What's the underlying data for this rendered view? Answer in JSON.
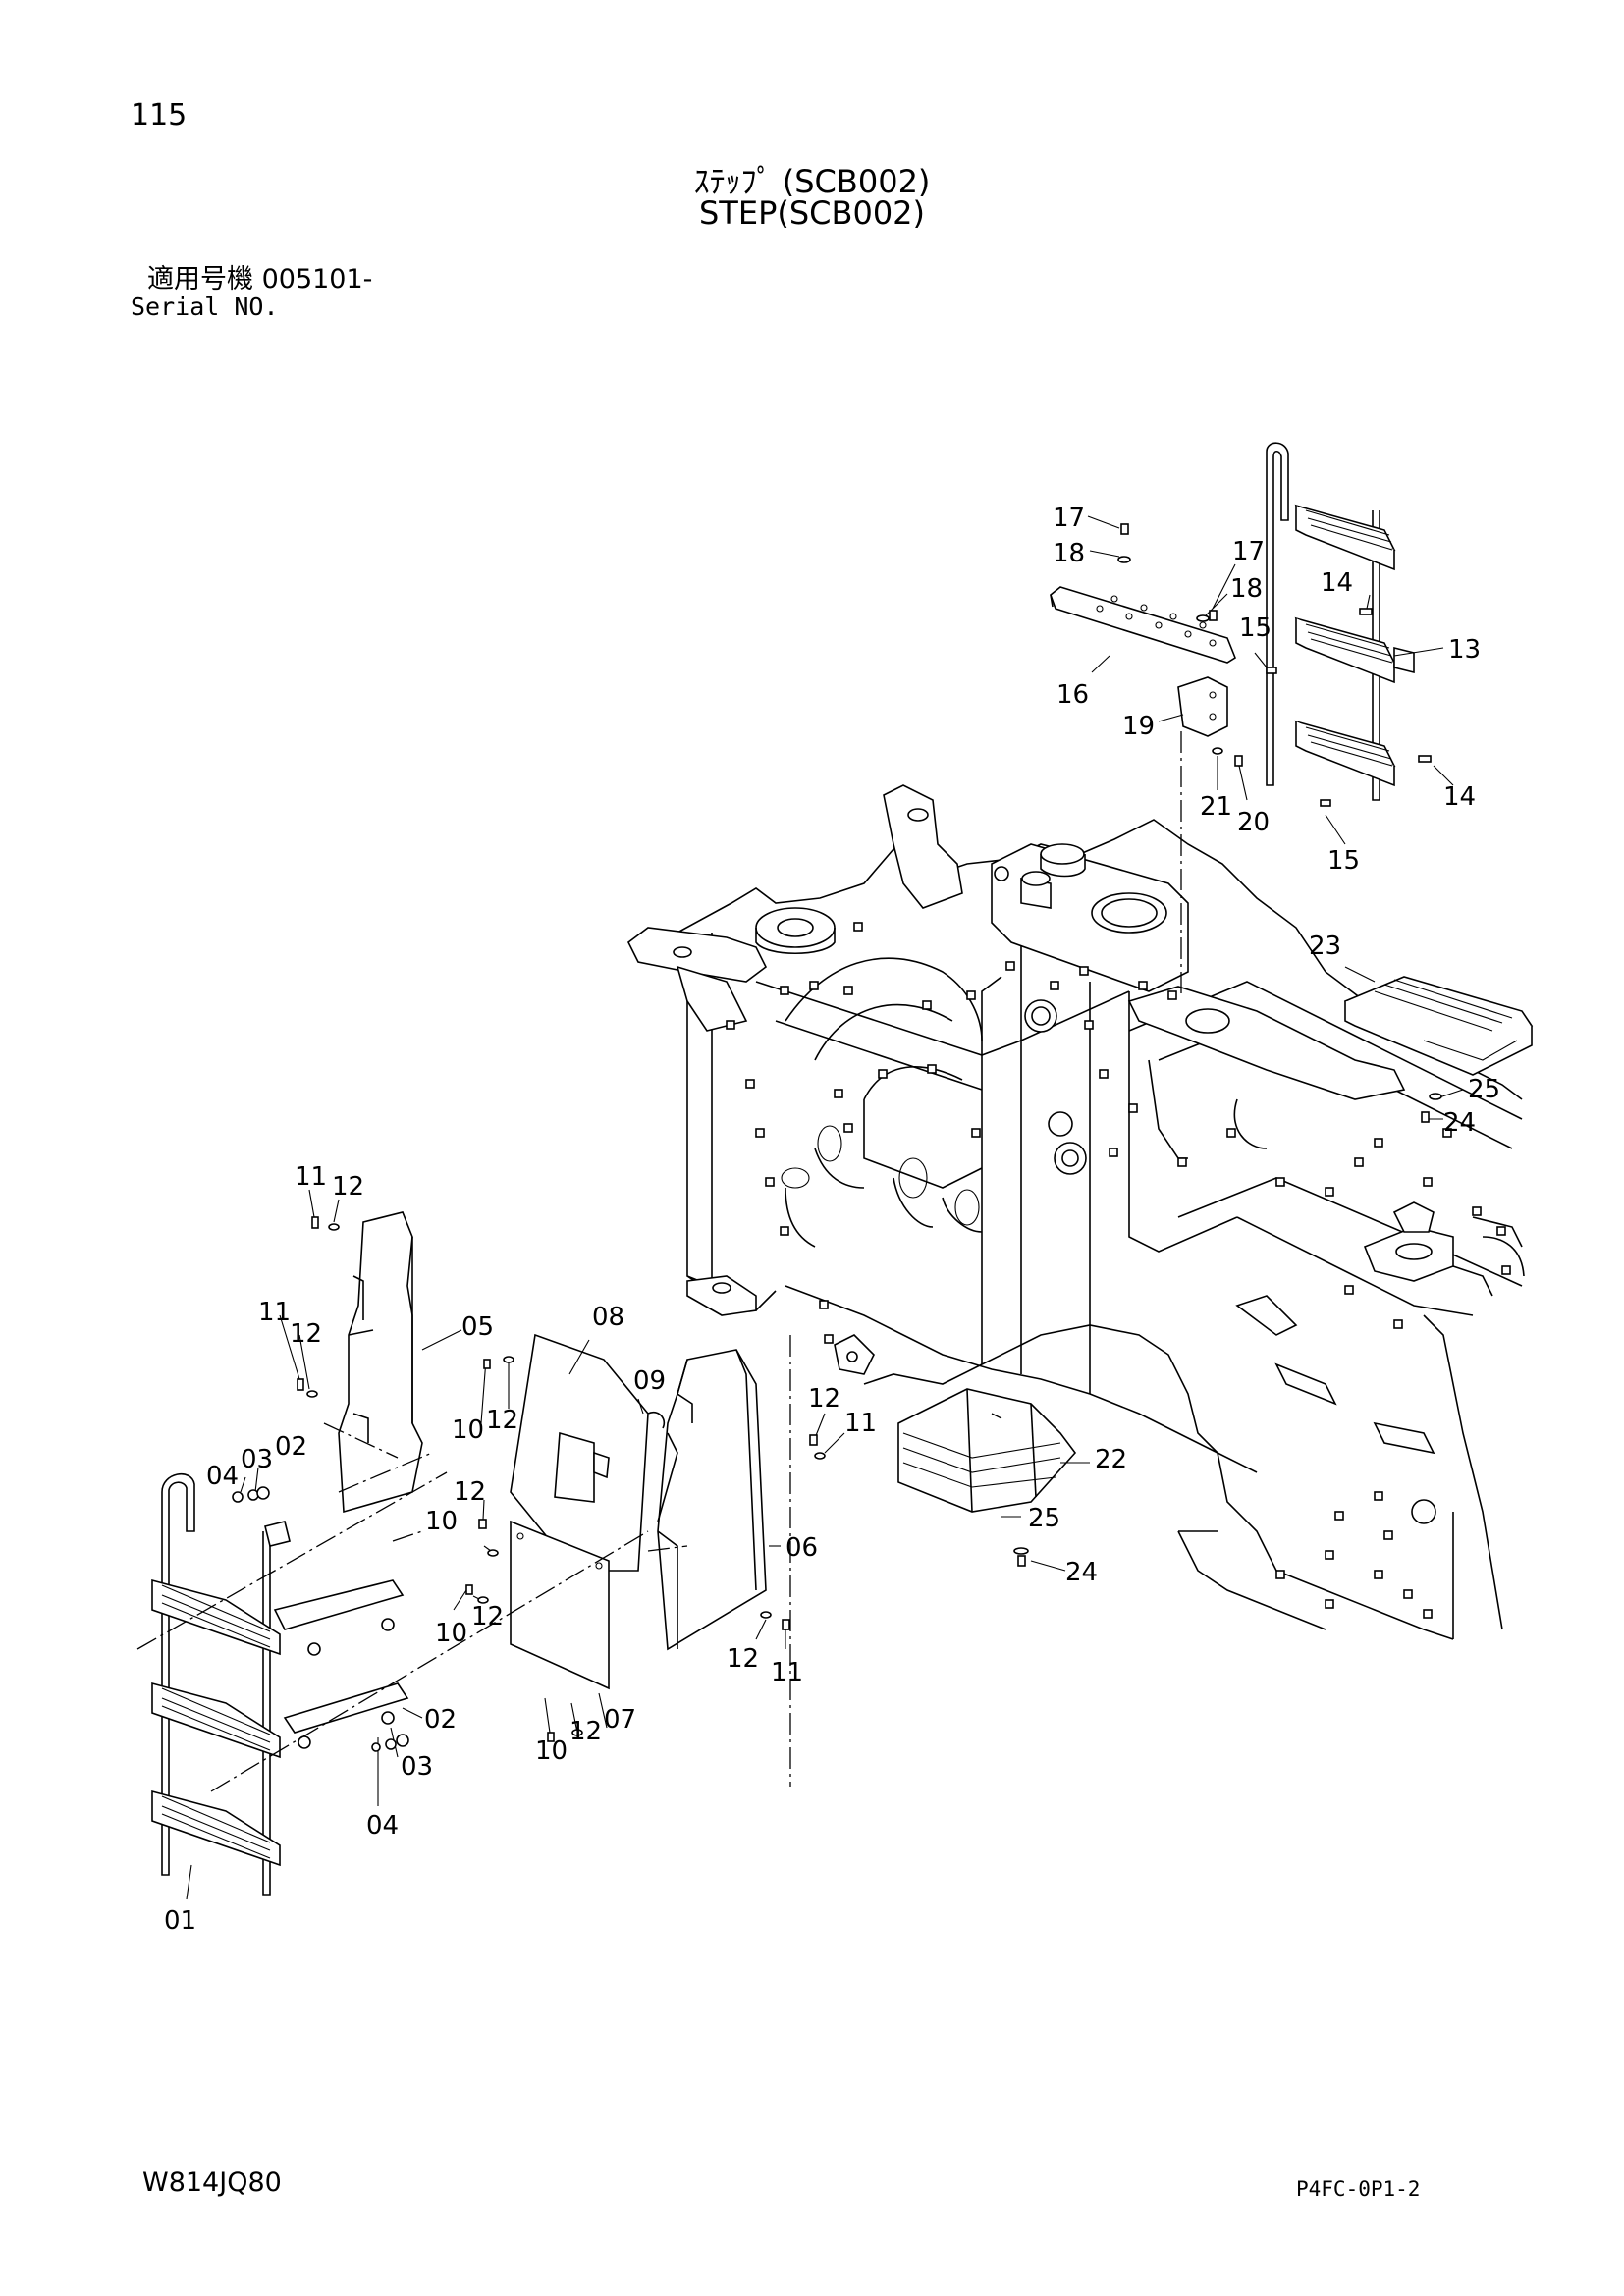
{
  "header": {
    "page_number": "115",
    "title_jp": "ｽﾃｯﾌﾟ (SCB002)",
    "title_en": "STEP(SCB002)",
    "serial_jp": "適用号機 005101-",
    "serial_en": "Serial NO."
  },
  "footer": {
    "doc_code": "W814JQ80",
    "ref_code": "P4FC-0P1-2"
  },
  "callouts": {
    "c17a": "17",
    "c18a": "18",
    "c17b": "17",
    "c18b": "18",
    "c14a": "14",
    "c15a": "15",
    "c13": "13",
    "c16": "16",
    "c19": "19",
    "c21": "21",
    "c20": "20",
    "c14b": "14",
    "c15b": "15",
    "c23": "23",
    "c25a": "25",
    "c24a": "24",
    "c11a": "11",
    "c12a": "12",
    "c11b": "11",
    "c12b": "12",
    "c05": "05",
    "c08": "08",
    "c09": "09",
    "c10a": "10",
    "c12c": "12",
    "c12d": "12",
    "c11c": "11",
    "c22": "22",
    "c04a": "04",
    "c03a": "03",
    "c02a": "02",
    "c12e": "12",
    "c10b": "10",
    "c25b": "25",
    "c24b": "24",
    "c06": "06",
    "c10c": "10",
    "c12f": "12",
    "c12g": "12",
    "c11d": "11",
    "c10d": "10",
    "c12h": "12",
    "c07": "07",
    "c02b": "02",
    "c03b": "03",
    "c04b": "04",
    "c01": "01"
  }
}
